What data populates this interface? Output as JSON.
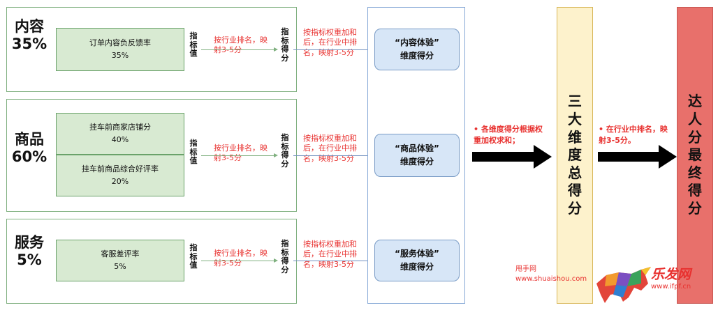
{
  "dimensions": [
    {
      "name": "内容",
      "weight": "35%",
      "metrics": [
        {
          "label": "订单内容负反馈率",
          "weight": "35%"
        }
      ],
      "indicator": "指标值",
      "rank_text": "按行业排名，映射3-5分",
      "score_label": "指标得分",
      "weight_text": "按指标权重加和后，在行业中排名，映射3-5分",
      "score_box": [
        "“内容体验”",
        "维度得分"
      ]
    },
    {
      "name": "商品",
      "weight": "60%",
      "metrics": [
        {
          "label": "挂车前商家店铺分",
          "weight": "40%"
        },
        {
          "label": "挂车前商品综合好评率",
          "weight": "20%"
        }
      ],
      "indicator": "指标值",
      "rank_text": "按行业排名，映射3-5分",
      "score_label": "指标得分",
      "weight_text": "按指标权重加和后，在行业中排名，映射3-5分",
      "score_box": [
        "“商品体验”",
        "维度得分"
      ]
    },
    {
      "name": "服务",
      "weight": "5%",
      "metrics": [
        {
          "label": "客服差评率",
          "weight": "5%"
        }
      ],
      "indicator": "指标值",
      "rank_text": "按行业排名，映射3-5分",
      "score_label": "指标得分",
      "weight_text": "按指标权重加和后，在行业中排名，映射3-5分",
      "score_box": [
        "“服务体验”",
        "维度得分"
      ]
    }
  ],
  "middle_note": "• 各维度得分根据权重加权求和；",
  "three_dim_score": "三大维度总得分",
  "right_note": "• 在行业中排名，映射3-5分。",
  "final_score": "达人分最终得分",
  "colors": {
    "metric_fill": "#d8ead2",
    "score_fill": "#d7e6f7",
    "three_dim_fill": "#fdf2cc",
    "final_fill": "#e8706b",
    "note_red": "#e8312f"
  },
  "watermarks": {
    "left_cn": "甩手网",
    "left_url": "www.shuaishou.com",
    "right_cn": "乐发网",
    "right_url": "www.ifpf.cn"
  }
}
